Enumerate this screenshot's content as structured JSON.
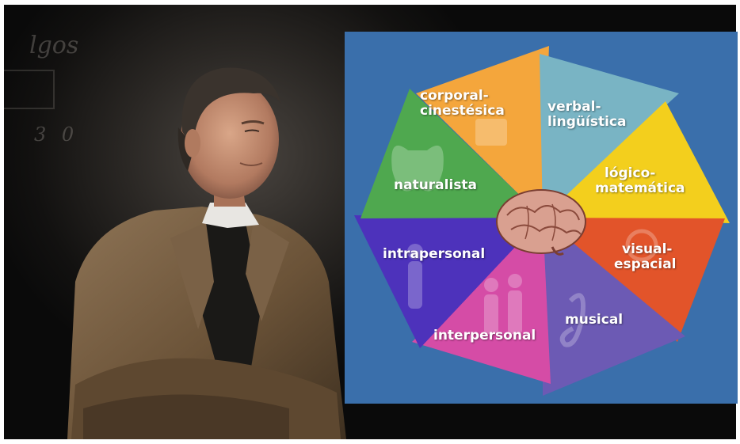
{
  "diagram": {
    "segments": [
      {
        "id": "corporal",
        "line1": "corporal-",
        "line2": "cinestésica",
        "color": "#f4a63c"
      },
      {
        "id": "verbal",
        "line1": "verbal-",
        "line2": "lingüística",
        "color": "#79b4c4"
      },
      {
        "id": "logico",
        "line1": "lógico-",
        "line2": "matemática",
        "color": "#f3cf1d"
      },
      {
        "id": "visual",
        "line1": "visual-",
        "line2": "espacial",
        "color": "#e2542a"
      },
      {
        "id": "musical",
        "line1": "musical",
        "line2": "",
        "color": "#6c5ab4"
      },
      {
        "id": "interpersonal",
        "line1": "interpersonal",
        "line2": "",
        "color": "#d54ca6"
      },
      {
        "id": "intrapersonal",
        "line1": "intrapersonal",
        "line2": "",
        "color": "#4d32bb"
      },
      {
        "id": "naturalista",
        "line1": "naturalista",
        "line2": "",
        "color": "#4fa84f"
      }
    ],
    "background_color": "#3a6fab"
  },
  "photo": {
    "chalk_word": "lgos",
    "chalk_numbers": "3 0"
  }
}
